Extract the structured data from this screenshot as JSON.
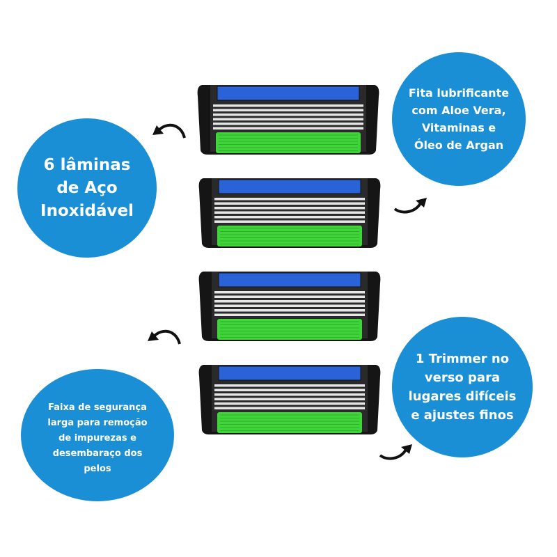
{
  "features": {
    "blades": "6 lâminas\nde Aço\nInoxidável",
    "strip": "Fita lubrificante\ncom Aloe Vera,\nVitaminas e\nÓleo de Argan",
    "trimmer": "1 Trimmer no\nverso para\nlugares difíceis\ne ajustes finos",
    "guard": "Faixa de segurança\nlarga para remoção\nde impurezas e\ndesembaraço dos\npelos"
  },
  "colors": {
    "circle": "#1b8fd5",
    "strip": "#2a62d8",
    "guard": "#3fd43a"
  }
}
